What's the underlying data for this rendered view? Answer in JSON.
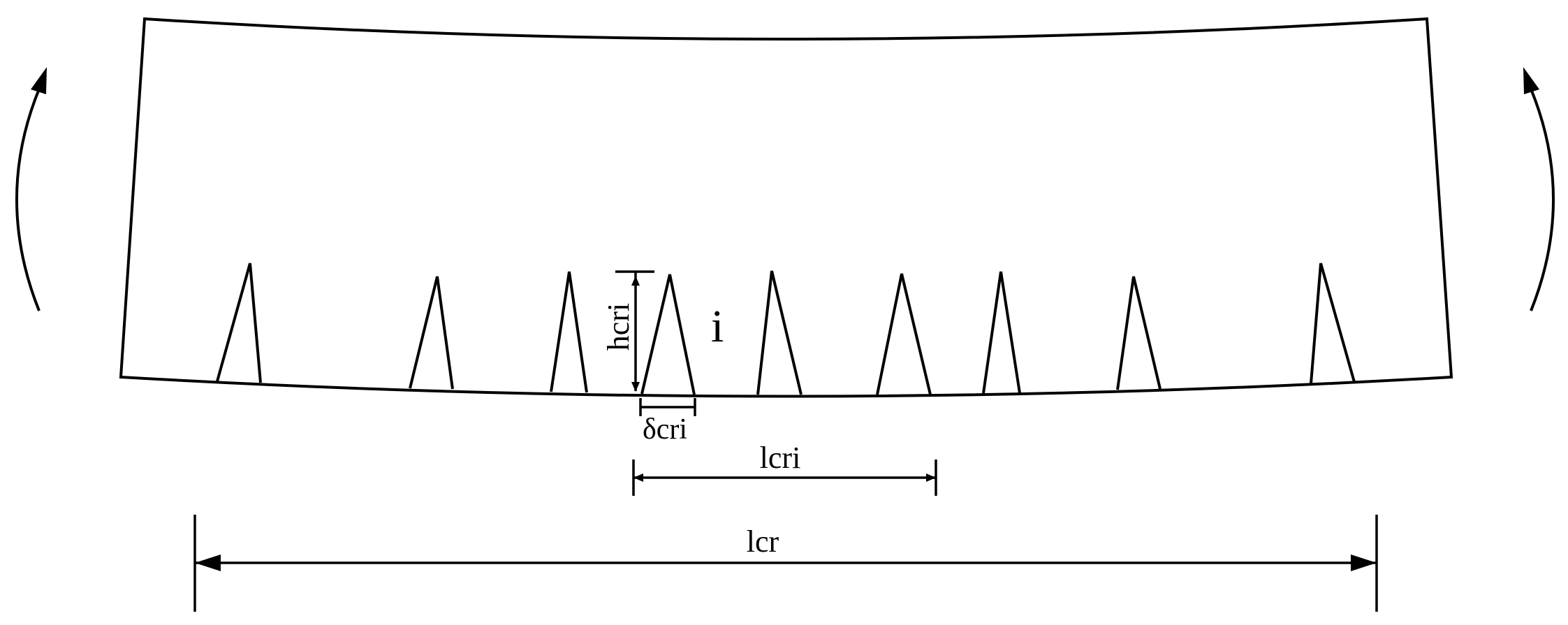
{
  "labels": {
    "crack_height": "hcri",
    "crack_index": "i",
    "crack_width": "δcri",
    "crack_spacing": "lcri",
    "crack_zone_length": "lcr"
  },
  "crack_count": 9
}
